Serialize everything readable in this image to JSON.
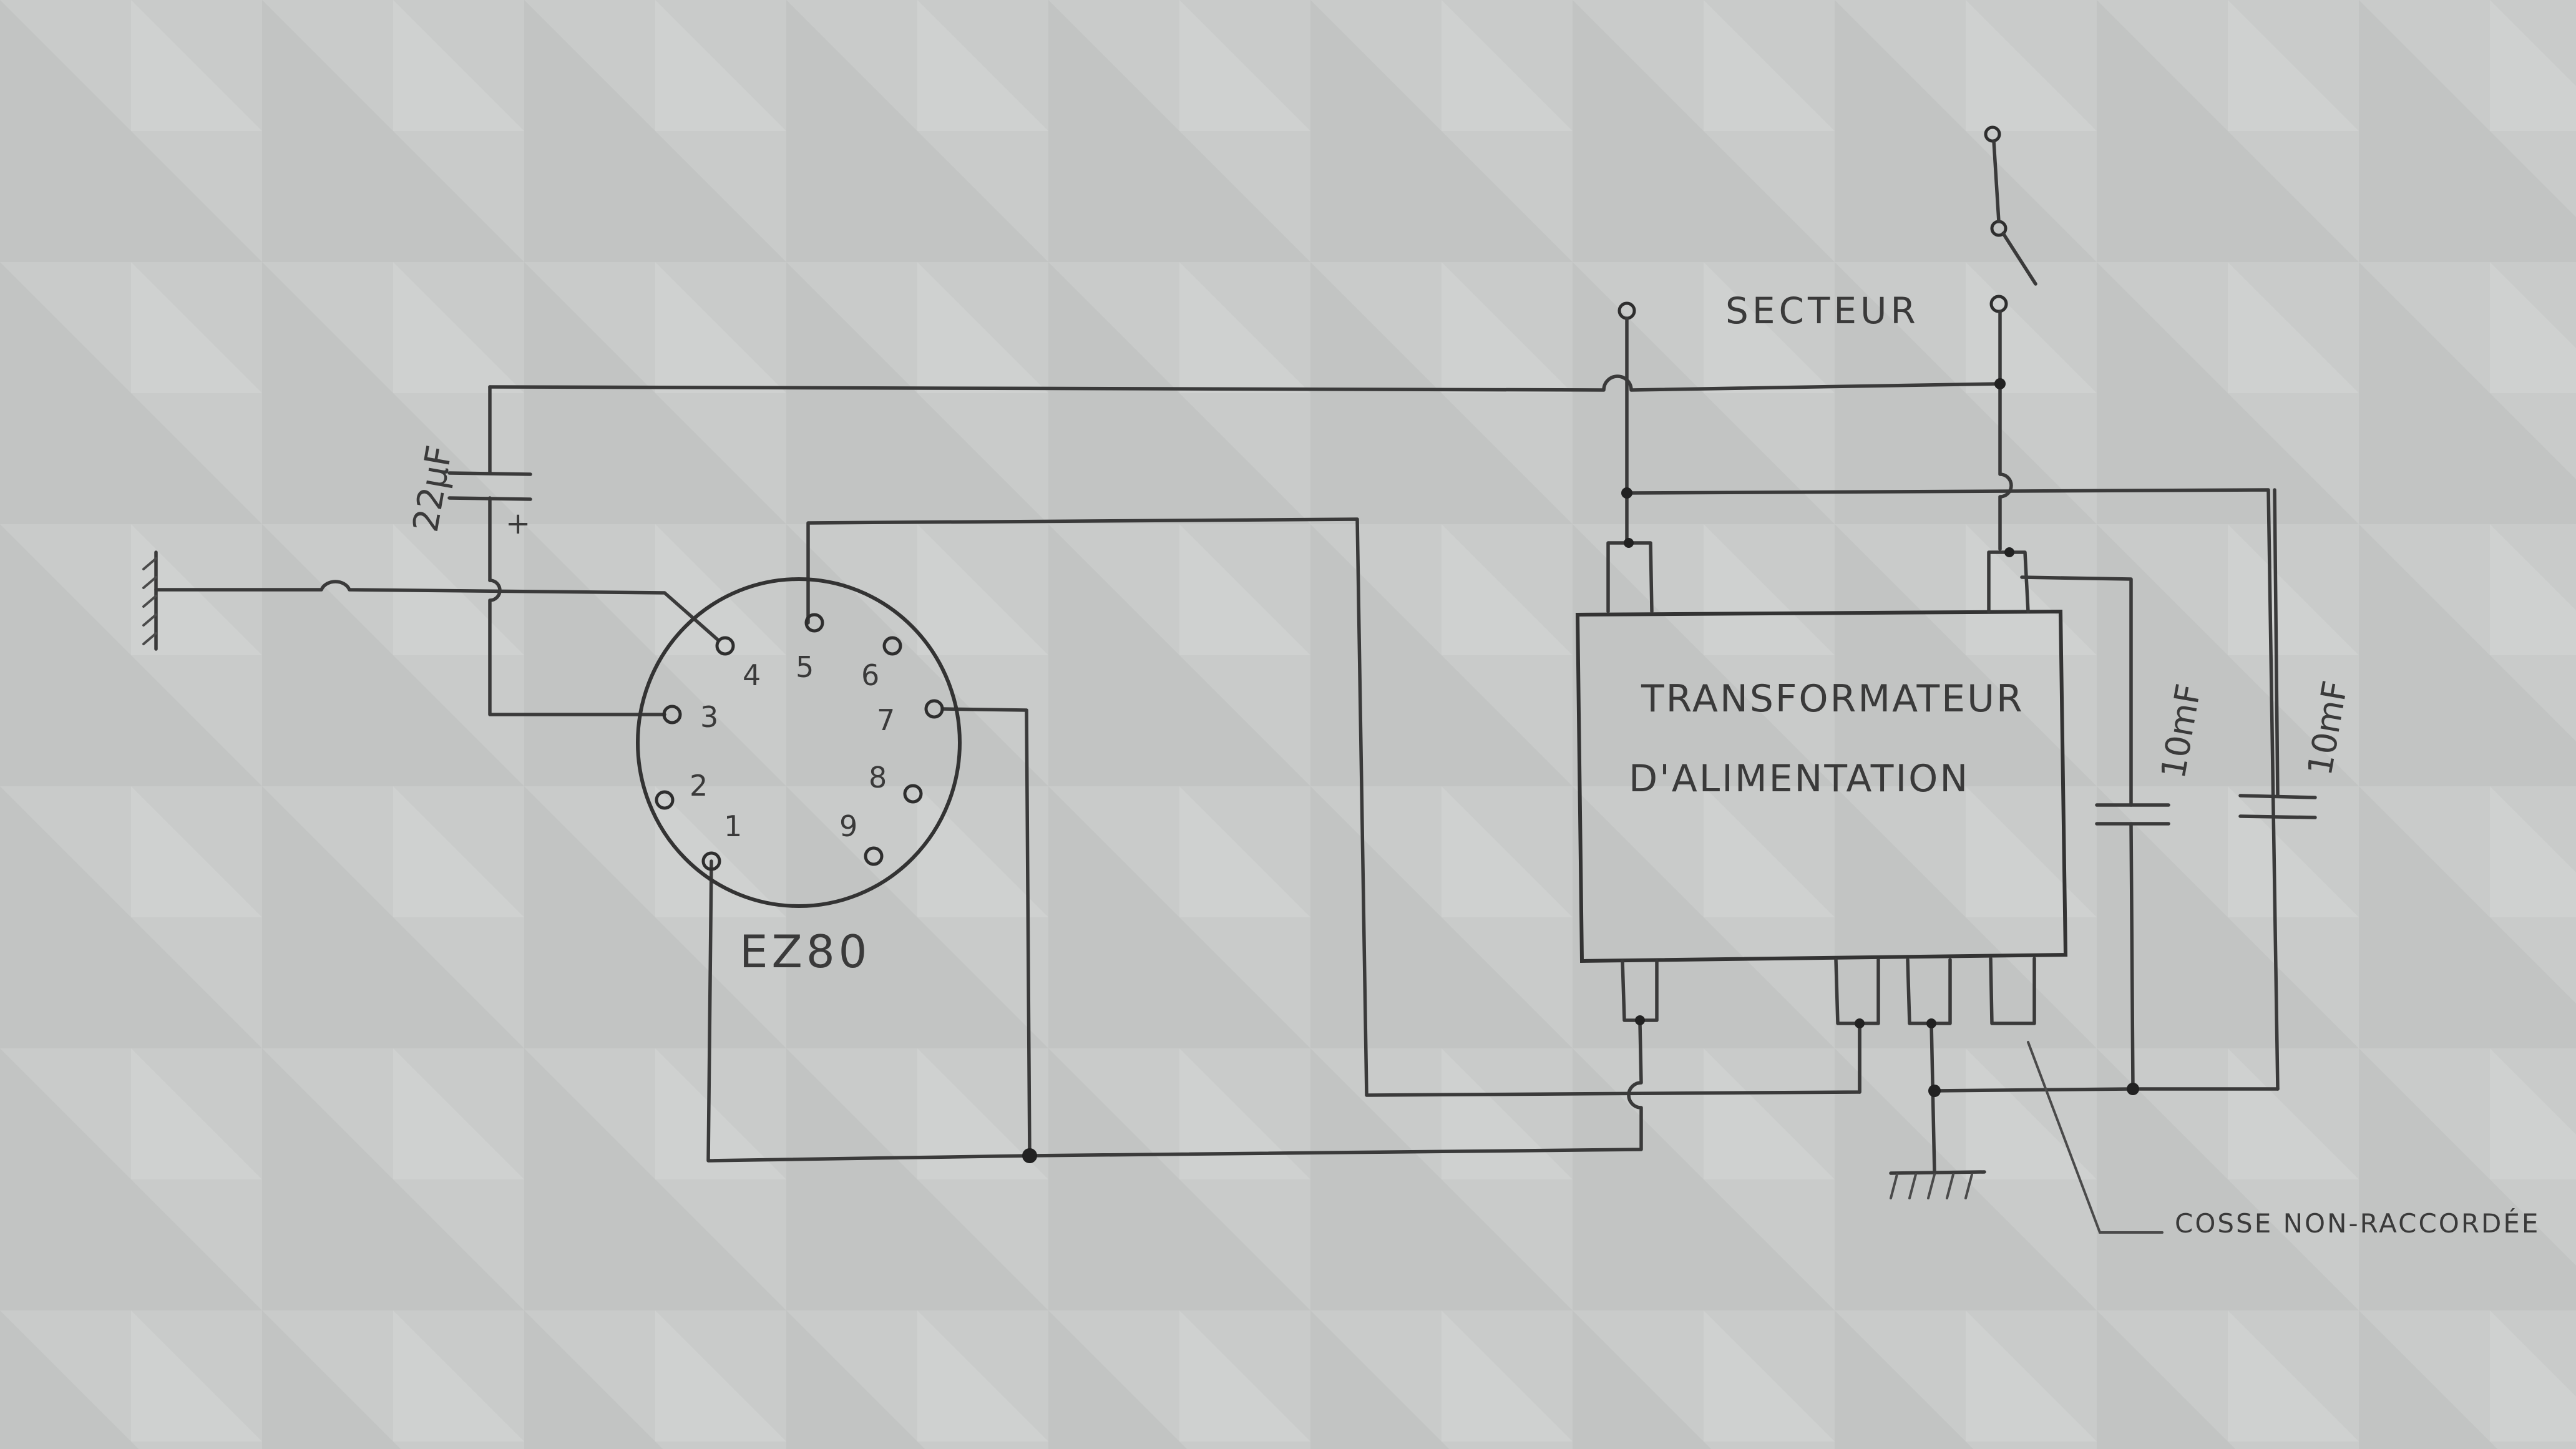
{
  "labels": {
    "mains": "SECTEUR",
    "transformer_line1": "TRANSFORMATEUR",
    "transformer_line2": "D'ALIMENTATION",
    "tube": "EZ80",
    "cap_22uf": "22µF",
    "cap_plus": "+",
    "cap_10mf_a": "10mF",
    "cap_10mf_b": "10mF",
    "unconnected_lug": "COSSE NON-RACCORDÉE"
  },
  "tube_pins": [
    "1",
    "2",
    "3",
    "4",
    "5",
    "6",
    "7",
    "8",
    "9"
  ],
  "colors": {
    "paper": "#c9cbca",
    "ink": "#3a3a3a"
  }
}
